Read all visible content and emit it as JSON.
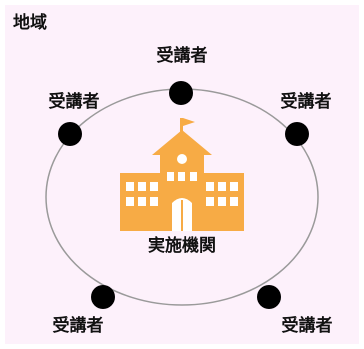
{
  "region": {
    "label": "地域"
  },
  "institution": {
    "label": "実施機関",
    "icon": "school-building-icon",
    "color": "#f7ab45"
  },
  "participants": [
    {
      "label": "受講者"
    },
    {
      "label": "受講者"
    },
    {
      "label": "受講者"
    },
    {
      "label": "受講者"
    },
    {
      "label": "受講者"
    }
  ],
  "colors": {
    "background": "#fdf1fb",
    "ring": "#9a9a9a",
    "node": "#000000",
    "text": "#111111"
  }
}
